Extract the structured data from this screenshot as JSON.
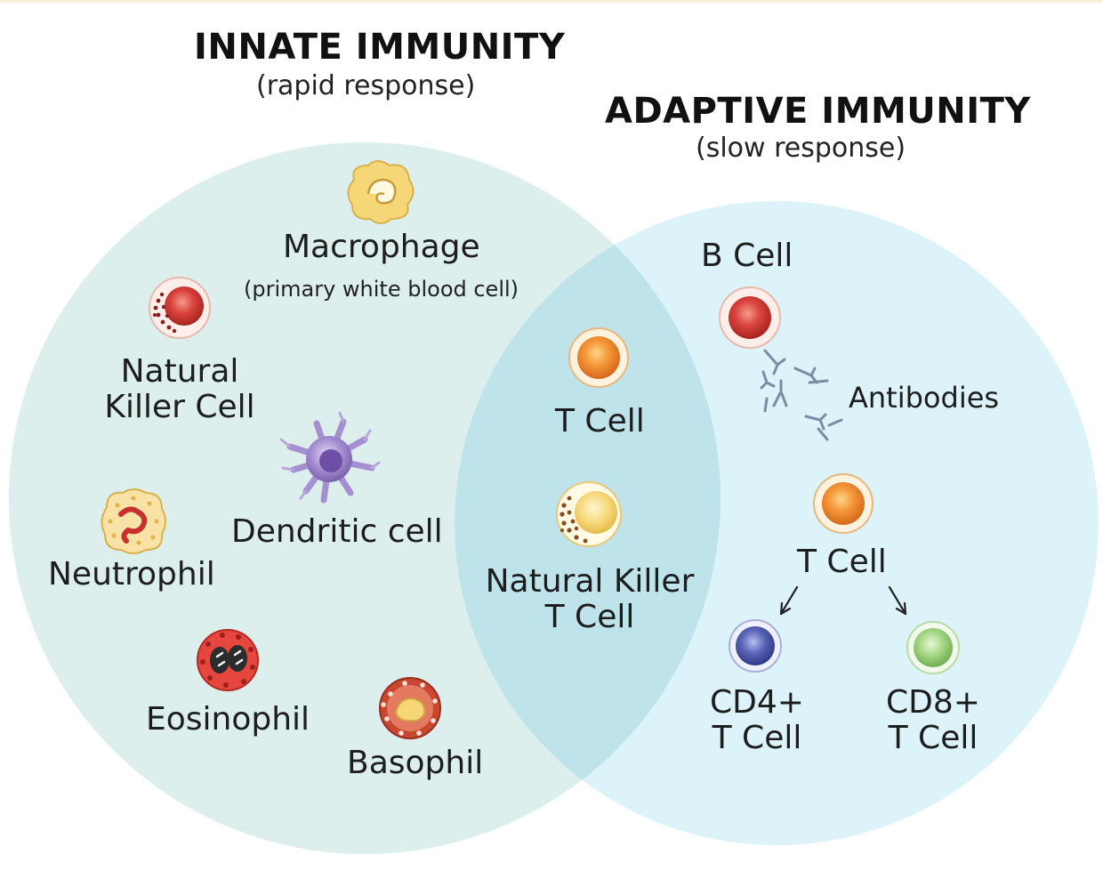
{
  "innate": {
    "title": "INNATE IMMUNITY",
    "subtitle": "(rapid response)",
    "macrophage": "Macrophage",
    "macrophage_note": "(primary white blood cell)",
    "nk_line1": "Natural",
    "nk_line2": "Killer Cell",
    "dendritic": "Dendritic cell",
    "neutrophil": "Neutrophil",
    "eosinophil": "Eosinophil",
    "basophil": "Basophil"
  },
  "overlap": {
    "t_cell": "T Cell",
    "nkt_line1": "Natural Killer",
    "nkt_line2": "T Cell"
  },
  "adaptive": {
    "title": "ADAPTIVE IMMUNITY",
    "subtitle": "(slow response)",
    "b_cell": "B Cell",
    "antibodies": "Antibodies",
    "t_cell": "T Cell",
    "cd4_line1": "CD4+",
    "cd4_line2": "T Cell",
    "cd8_line1": "CD8+",
    "cd8_line2": "T Cell"
  },
  "colors": {
    "innate_fill": "#dcefed",
    "adaptive_fill": "#ddf3fa",
    "overlap_fill": "#bfe3ea",
    "orange_cell": "#f08a2c",
    "red_cell": "#d63a36",
    "purple_cell": "#9a84c4",
    "blue_cell": "#4b56a8",
    "green_cell": "#9ccf7c",
    "yellow_cell": "#f6d777"
  }
}
